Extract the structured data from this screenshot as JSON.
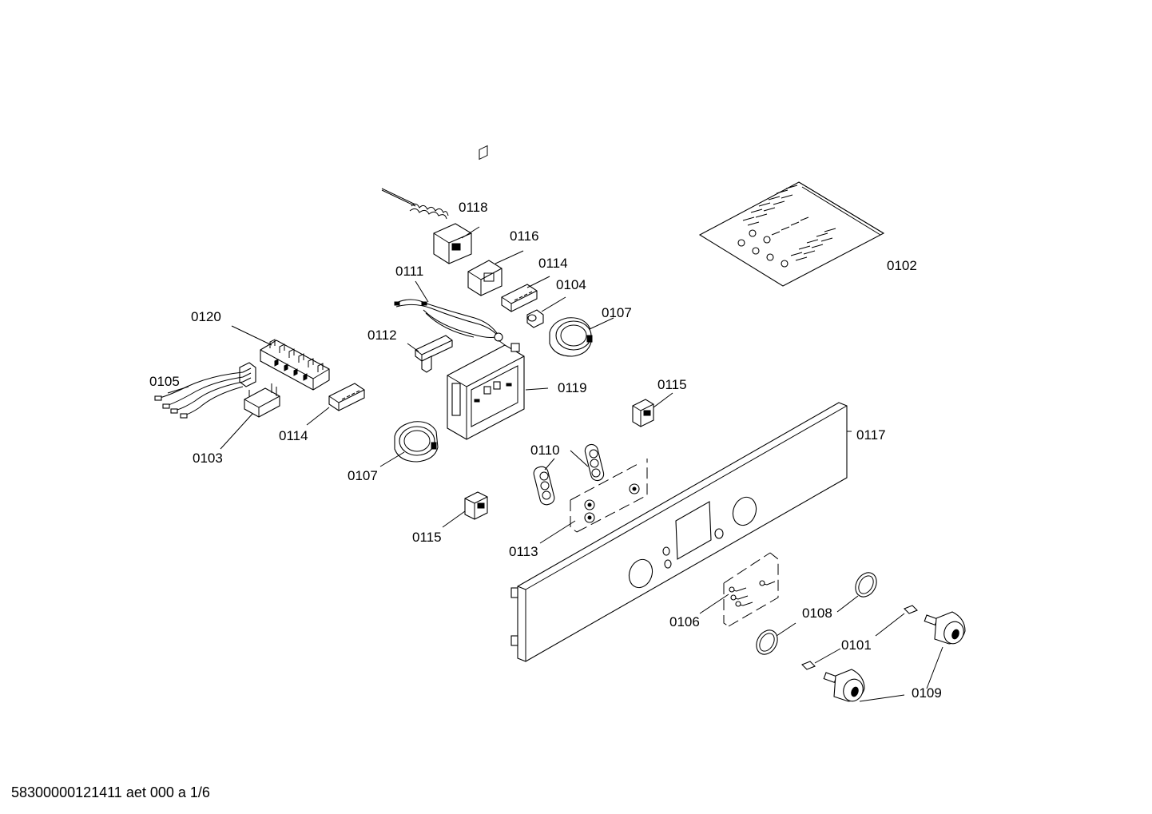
{
  "labels": {
    "l0118": "0118",
    "l0116": "0116",
    "l0114a": "0114",
    "l0111": "0111",
    "l0104": "0104",
    "l0107a": "0107",
    "l0120": "0120",
    "l0112": "0112",
    "l0105": "0105",
    "l0119": "0119",
    "l0115a": "0115",
    "l0114b": "0114",
    "l0103": "0103",
    "l0117": "0117",
    "l0107b": "0107",
    "l0110": "0110",
    "l0115b": "0115",
    "l0113": "0113",
    "l0102": "0102",
    "l0108": "0108",
    "l0106": "0106",
    "l0101": "0101",
    "l0109": "0109"
  },
  "footer": "58300000121411 aet 000 a 1/6"
}
